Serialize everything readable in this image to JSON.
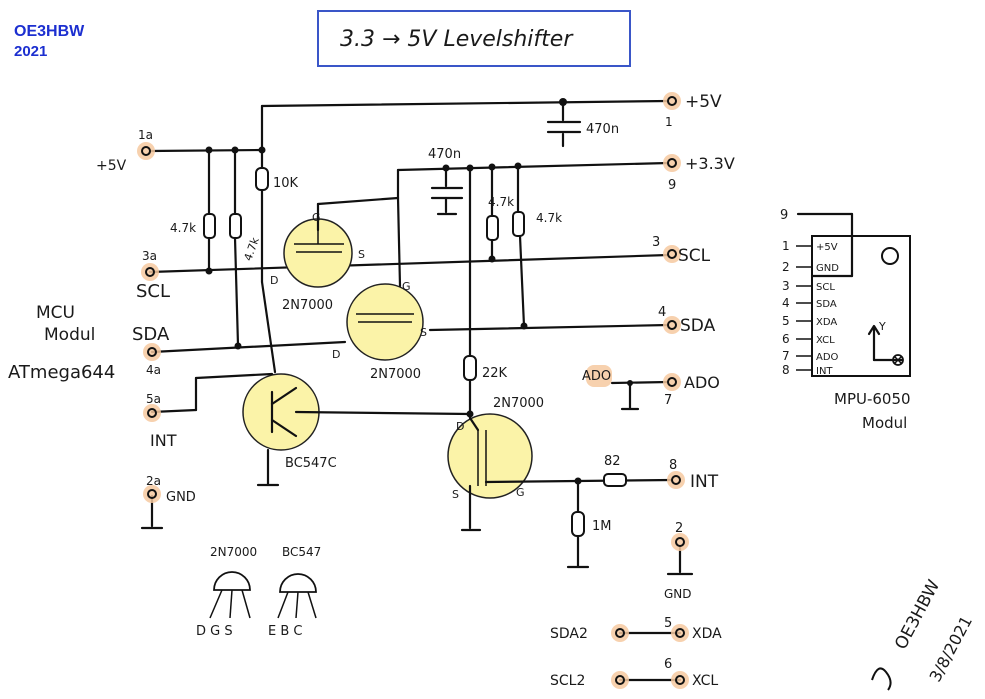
{
  "author": {
    "callsign": "OE3HBW",
    "year": "2021"
  },
  "title": "3.3 → 5V Levelshifter",
  "power": {
    "v5": "+5V",
    "v33": "+3.3V",
    "v5_left": "+5V",
    "gnd": "GND"
  },
  "components": {
    "cap_470n": "470n",
    "cap_470n_2": "470n",
    "r_10k": "10K",
    "r_22k": "22K",
    "r_1m": "1M",
    "r_82": "82",
    "r_47k_a": "4.7k",
    "r_47k_b": "4.7k",
    "r_47k_c": "4.7k",
    "r_47k_d": "4.7k",
    "q1": "2N7000",
    "q2": "2N7000",
    "q3": "2N7000",
    "t1": "BC547C"
  },
  "pin_letters": {
    "g": "G",
    "s": "S",
    "d": "D"
  },
  "mcu": {
    "title_1": "MCU",
    "title_2": "Modul",
    "chip": "ATmega644",
    "pins": [
      {
        "num": "1a",
        "label": "+5V"
      },
      {
        "num": "3a",
        "label": "SCL"
      },
      {
        "num": "4a",
        "label": "SDA"
      },
      {
        "num": "5a",
        "label": "INT"
      },
      {
        "num": "2a",
        "label": "GND"
      }
    ]
  },
  "right_pins": [
    {
      "num": "1",
      "label": "+5V"
    },
    {
      "num": "9",
      "label": "+3.3V"
    },
    {
      "num": "3",
      "label": "SCL"
    },
    {
      "num": "4",
      "label": "SDA"
    },
    {
      "num": "7",
      "label": "ADO"
    },
    {
      "num": "8",
      "label": "INT"
    },
    {
      "num": "2",
      "label": "GND"
    },
    {
      "num": "5",
      "label": "XDA"
    },
    {
      "num": "6",
      "label": "XCL"
    }
  ],
  "ado_left": "ADO",
  "sda2": "SDA2",
  "scl2": "SCL2",
  "mpu": {
    "pin9": "9",
    "pins": [
      {
        "num": "1",
        "label": "+5V"
      },
      {
        "num": "2",
        "label": "GND"
      },
      {
        "num": "3",
        "label": "SCL"
      },
      {
        "num": "4",
        "label": "SDA"
      },
      {
        "num": "5",
        "label": "XDA"
      },
      {
        "num": "6",
        "label": "XCL"
      },
      {
        "num": "7",
        "label": "ADO"
      },
      {
        "num": "8",
        "label": "INT"
      }
    ],
    "axis_y": "Y",
    "name_1": "MPU-6050",
    "name_2": "Modul"
  },
  "pinout": {
    "mosfet_name": "2N7000",
    "mosfet_pins": "D G S",
    "bjt_name": "BC547",
    "bjt_pins": "E B C"
  },
  "signature": {
    "callsign": "OE3HBW",
    "date": "3/8/2021"
  },
  "colors": {
    "accent_blue": "#1c2fd0",
    "highlight": "#fbf3a8",
    "pad": "#f6c9a0"
  }
}
